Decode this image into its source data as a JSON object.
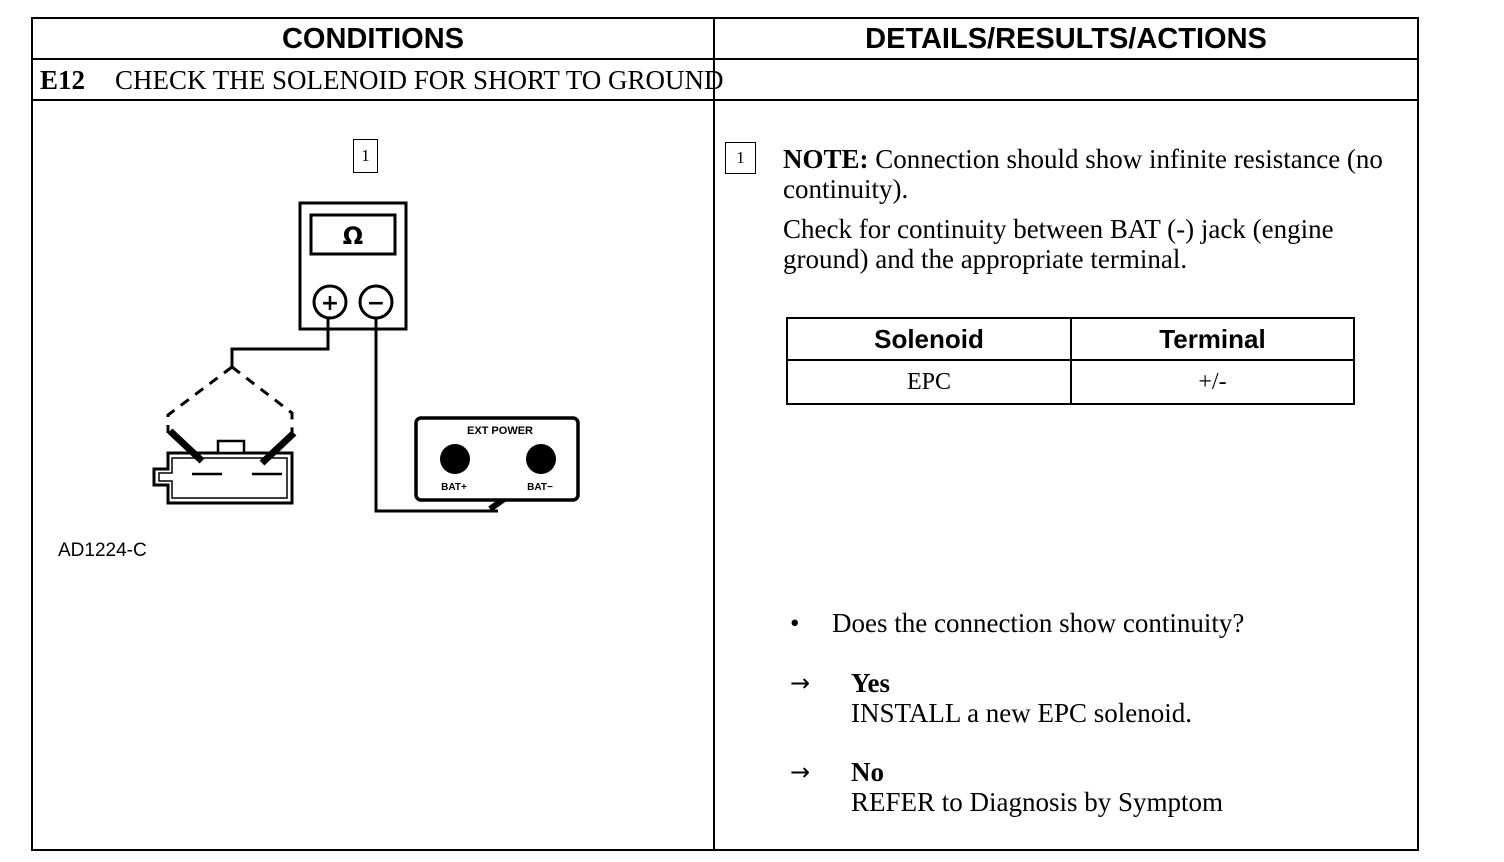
{
  "headers": {
    "conditions": "CONDITIONS",
    "details": "DETAILS/RESULTS/ACTIONS"
  },
  "step": {
    "id": "E12",
    "title": "CHECK THE SOLENOID FOR SHORT TO GROUND"
  },
  "figure": {
    "step_marker": "1",
    "meter_symbol": "Ω",
    "plus_symbol": "+",
    "minus_symbol": "−",
    "ext_power_label": "EXT POWER",
    "bat_plus_label": "BAT+",
    "bat_minus_label": "BAT−",
    "code": "AD1224-C"
  },
  "details": {
    "step_marker": "1",
    "note_label": "NOTE:",
    "note_text": " Connection should show infinite resistance (no continuity).",
    "instruction": "Check for continuity between BAT (-) jack (engine ground) and the appropriate terminal.",
    "table": {
      "headers": [
        "Solenoid",
        "Terminal"
      ],
      "rows": [
        [
          "EPC",
          "+/-"
        ]
      ]
    },
    "question_bullet": "•",
    "question": "Does the connection show continuity?",
    "answers": [
      {
        "arrow": "→",
        "label": "Yes",
        "action": "INSTALL a new EPC solenoid."
      },
      {
        "arrow": "→",
        "label": "No",
        "action": "REFER to Diagnosis by Symptom"
      }
    ]
  }
}
